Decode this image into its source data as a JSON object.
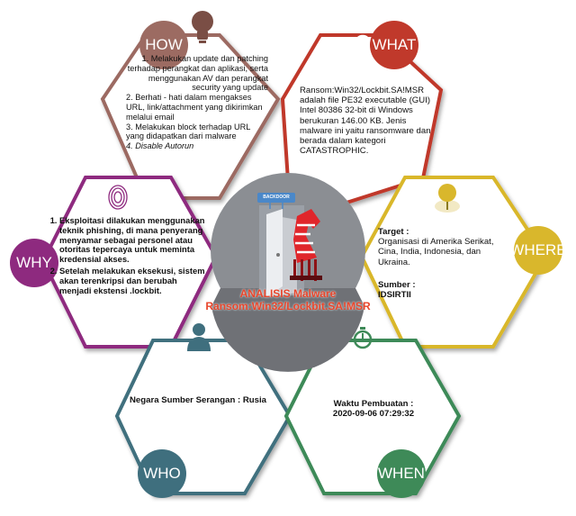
{
  "how": {
    "label": "HOW",
    "items": [
      "1. Melakukan update dan patching terhadap perangkat dan aplikasi, serta menggunakan AV dan perangkat security yang update",
      "2. Berhati - hati dalam mengakses URL, link/attachment yang dikirimkan melalui email",
      "3. Melakukan block terhadap URL yang didapatkan dari malware",
      "4. Disable Autorun"
    ]
  },
  "what": {
    "label": "WHAT",
    "text": "Ransom:Win32/Lockbit.SA!MSR adalah file PE32 executable (GUI) Intel 80386 32-bit di Windows berukuran 146.00 KB. Jenis malware ini yaitu ransomware dan berada dalam kategori CATASTROPHIC."
  },
  "why": {
    "label": "WHY",
    "items": [
      "Eksploitasi dilakukan menggunakan teknik phishing, di mana penyerang menyamar sebagai personel atau otoritas tepercaya untuk meminta kredensial akses.",
      "Setelah melakukan eksekusi, sistem akan terenkripsi dan berubah menjadi ekstensi .lockbit."
    ]
  },
  "where": {
    "label": "WHERE",
    "target_label": "Target :",
    "target_text": "Organisasi di Amerika Serikat, Cina, India, Indonesia, dan Ukraina.",
    "source_label": "Sumber :",
    "source_text": "IDSIRTII"
  },
  "who": {
    "label": "WHO",
    "text": "Negara Sumber Serangan : Rusia"
  },
  "when": {
    "label": "WHEN",
    "time_label": "Waktu Pembuatan :",
    "time_value": "2020-09-06 07:29:32"
  },
  "center": {
    "line1": "ANALISIS Malware",
    "line2": "Ransom:Win32/Lockbit.SA!MSR",
    "sign": "BACKDOOR"
  },
  "colors": {
    "how": "#9c6b62",
    "what": "#c0392b",
    "why": "#8e2a7f",
    "where": "#d9b72c",
    "who": "#3f6f7e",
    "when": "#3e8a58"
  }
}
